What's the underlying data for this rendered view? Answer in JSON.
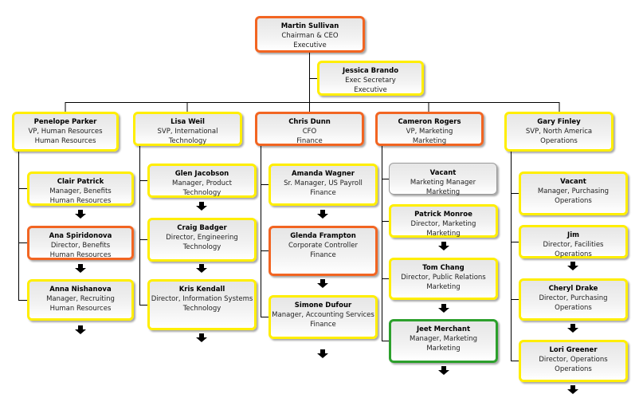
{
  "colors": {
    "orange": "#f26522",
    "yellow": "#ffee00",
    "green": "#2ca02c",
    "gray": "#9a9a9a",
    "line": "#000000"
  },
  "chart": {
    "ceo": {
      "name": "Martin Sullivan",
      "title": "Chairman & CEO",
      "dept": "Executive",
      "border": "orange"
    },
    "assistant": {
      "name": "Jessica Brando",
      "title": "Exec Secretary",
      "dept": "Executive",
      "border": "yellow"
    },
    "columns": [
      {
        "head": {
          "name": "Penelope Parker",
          "title": "VP, Human Resources",
          "dept": "Human Resources",
          "border": "yellow"
        },
        "reports": [
          {
            "name": "Clair Patrick",
            "title": "Manager, Benefits",
            "dept": "Human Resources",
            "border": "yellow"
          },
          {
            "name": "Ana Spiridonova",
            "title": "Director, Benefits",
            "dept": "Human Resources",
            "border": "orange"
          },
          {
            "name": "Anna Nishanova",
            "title": "Manager, Recruiting",
            "dept": "Human Resources",
            "border": "yellow"
          }
        ]
      },
      {
        "head": {
          "name": "Lisa Weil",
          "title": "SVP, International",
          "dept": "Technology",
          "border": "yellow"
        },
        "reports": [
          {
            "name": "Glen Jacobson",
            "title": "Manager, Product",
            "dept": "Technology",
            "border": "yellow"
          },
          {
            "name": "Craig Badger",
            "title": "Director, Engineering",
            "dept": "Technology",
            "border": "yellow"
          },
          {
            "name": "Kris Kendall",
            "title": "Director, Information Systems",
            "dept": "Technology",
            "border": "yellow"
          }
        ]
      },
      {
        "head": {
          "name": "Chris  Dunn",
          "title": "CFO",
          "dept": "Finance",
          "border": "orange"
        },
        "reports": [
          {
            "name": "Amanda Wagner",
            "title": "Sr. Manager, US Payroll",
            "dept": "Finance",
            "border": "yellow"
          },
          {
            "name": "Glenda Frampton",
            "title": "Corporate Controller",
            "dept": "Finance",
            "border": "orange"
          },
          {
            "name": "Simone Dufour",
            "title": "Manager, Accounting Services",
            "dept": "Finance",
            "border": "yellow"
          }
        ]
      },
      {
        "head": {
          "name": "Cameron Rogers",
          "title": "VP, Marketing",
          "dept": "Marketing",
          "border": "orange"
        },
        "reports": [
          {
            "name": "Vacant",
            "title": "Marketing Manager",
            "dept": "Marketing",
            "border": "gray"
          },
          {
            "name": "Patrick Monroe",
            "title": "Director, Marketing",
            "dept": "Marketing",
            "border": "yellow"
          },
          {
            "name": "Tom Chang",
            "title": "Director, Public Relations",
            "dept": "Marketing",
            "border": "yellow"
          },
          {
            "name": "Jeet Merchant",
            "title": "Manager, Marketing",
            "dept": "Marketing",
            "border": "green"
          }
        ]
      },
      {
        "head": {
          "name": "Gary Finley",
          "title": "SVP, North America",
          "dept": "Operations",
          "border": "yellow"
        },
        "reports": [
          {
            "name": "Vacant",
            "title": "Manager, Purchasing",
            "dept": "Operations",
            "border": "yellow"
          },
          {
            "name": "Jim",
            "title": "Director, Facilities",
            "dept": "Operations",
            "border": "yellow"
          },
          {
            "name": "Cheryl Drake",
            "title": "Director, Purchasing",
            "dept": "Operations",
            "border": "yellow"
          },
          {
            "name": "Lori Greener",
            "title": "Director, Operations",
            "dept": "Operations",
            "border": "yellow"
          }
        ]
      }
    ]
  }
}
